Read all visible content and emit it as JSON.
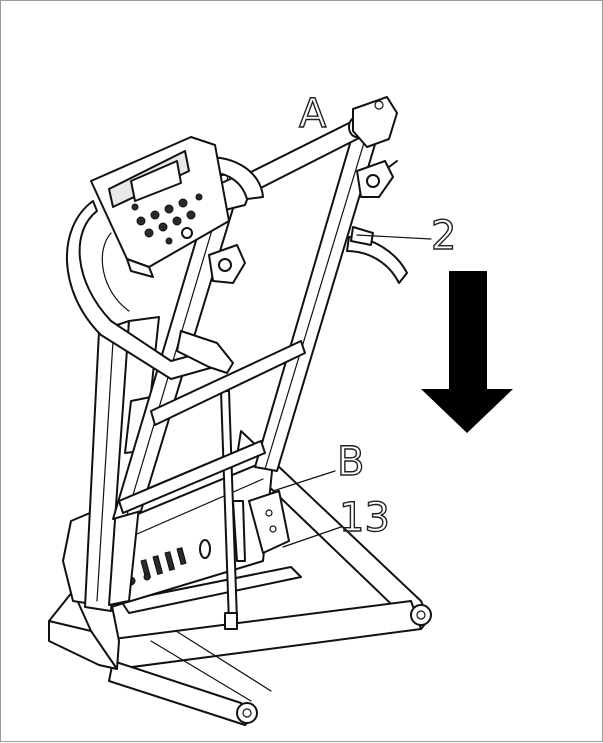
{
  "diagram": {
    "labels": {
      "a": "A",
      "two": "2",
      "b": "B",
      "thirteen": "13"
    },
    "colors": {
      "line": "#111111",
      "arrow": "#000000",
      "frame": "#9a9a9a"
    }
  }
}
